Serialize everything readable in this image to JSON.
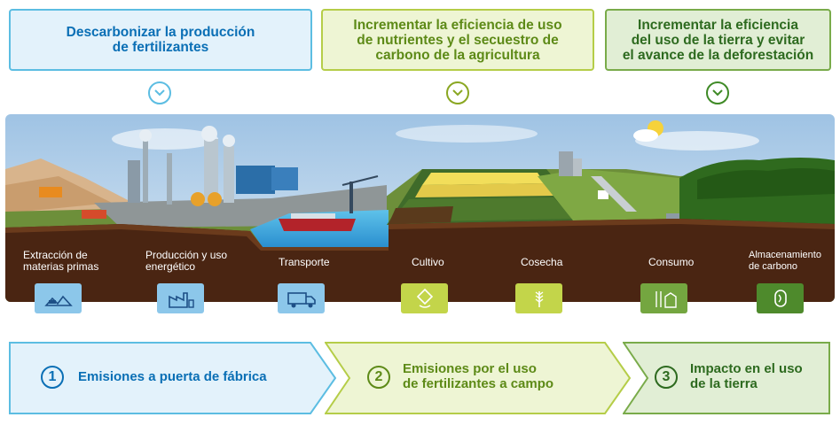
{
  "top": {
    "box1": [
      "Descarbonizar la producción",
      "de fertilizantes"
    ],
    "box2": [
      "Incrementar la eficiencia de uso",
      "de nutrientes y el secuestro de",
      "carbono de la agricultura"
    ],
    "box3": [
      "Incrementar  la eficiencia",
      "del uso de la tierra y evitar",
      "el avance de la deforestación"
    ]
  },
  "stages": [
    {
      "label": [
        "Extracción de",
        "materias primas"
      ],
      "icon": "mining-excavator-icon"
    },
    {
      "label": [
        "Producción y uso",
        "energético"
      ],
      "icon": "factory-icon"
    },
    {
      "label": [
        "Transporte"
      ],
      "icon": "truck-icon"
    },
    {
      "label": [
        "Cultivo"
      ],
      "icon": "fertilizer-diamond-icon"
    },
    {
      "label": [
        "Cosecha"
      ],
      "icon": "wheat-icon"
    },
    {
      "label": [
        "Consumo"
      ],
      "icon": "grain-silo-icon"
    },
    {
      "label": [
        "Almacenamiento",
        "de carbono"
      ],
      "icon": "carbon-loop-icon"
    }
  ],
  "bottom": [
    {
      "num": "1",
      "text": [
        "Emisiones a puerta de fábrica"
      ]
    },
    {
      "num": "2",
      "text": [
        "Emisiones por el uso",
        "de fertilizantes a campo"
      ]
    },
    {
      "num": "3",
      "text": [
        "Impacto en el uso",
        "de la tierra"
      ]
    }
  ],
  "colors": {
    "blue": "#0a6fb5",
    "light_blue": "#5cbde2",
    "lime": "#b5cd48",
    "green": "#5d8a17",
    "dark_green": "#2d6a1f",
    "soil": "#4a2512"
  }
}
